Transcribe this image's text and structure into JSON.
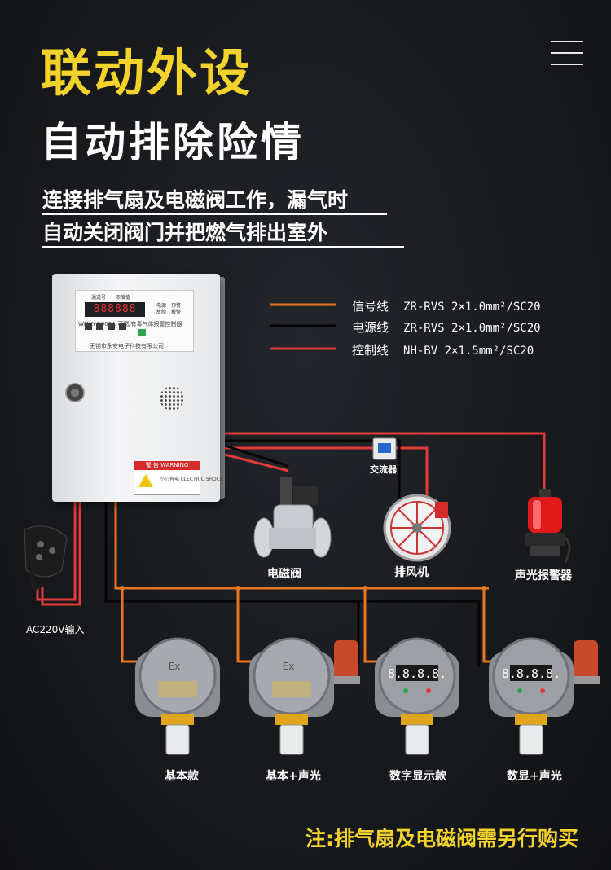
{
  "header": {
    "title": "联动外设",
    "subtitle": "自动排除险情",
    "desc_line1": "连接排气扇及电磁阀工作，漏气时",
    "desc_line2": "自动关闭阀门并把燃气排出室外"
  },
  "legend": [
    {
      "name": "信号线",
      "spec": "ZR-RVS  2×1.0mm²/SC20",
      "color": "#e8751f"
    },
    {
      "name": "电源线",
      "spec": "ZR-RVS  2×1.0mm²/SC20",
      "color": "#000000"
    },
    {
      "name": "控制线",
      "spec": "NH-BV   2×1.5mm²/SC20",
      "color": "#e23b3b"
    }
  ],
  "controller": {
    "display": "888888",
    "model": "WMKY-2000A 可燃/有毒气体报警控制器",
    "maker": "无锡市永安电子科技有限公司",
    "warning_title": "警 告 WARNING",
    "warning_text": "小心有电 ELECTRIC SHOCK",
    "panel_labels": [
      "通道号",
      "浓度值",
      "电源",
      "故障",
      "预警",
      "报警"
    ]
  },
  "devices": {
    "contactor": "交流器",
    "solenoid_valve": "电磁阀",
    "exhaust_fan": "排风机",
    "alarm_light": "声光报警器",
    "power_input": "AC220V输入"
  },
  "detectors": [
    {
      "label": "基本款",
      "display": ""
    },
    {
      "label": "基本+声光",
      "display": ""
    },
    {
      "label": "数字显示款",
      "display": "8.8.8.8."
    },
    {
      "label": "数显+声光",
      "display": "8.8.8.8."
    }
  ],
  "detector_mark": "Ex",
  "note": "注:排气扇及电磁阀需另行购买",
  "colors": {
    "signal": "#e8751f",
    "power": "#000000",
    "control": "#e23b3b",
    "accent": "#f3d22b"
  }
}
